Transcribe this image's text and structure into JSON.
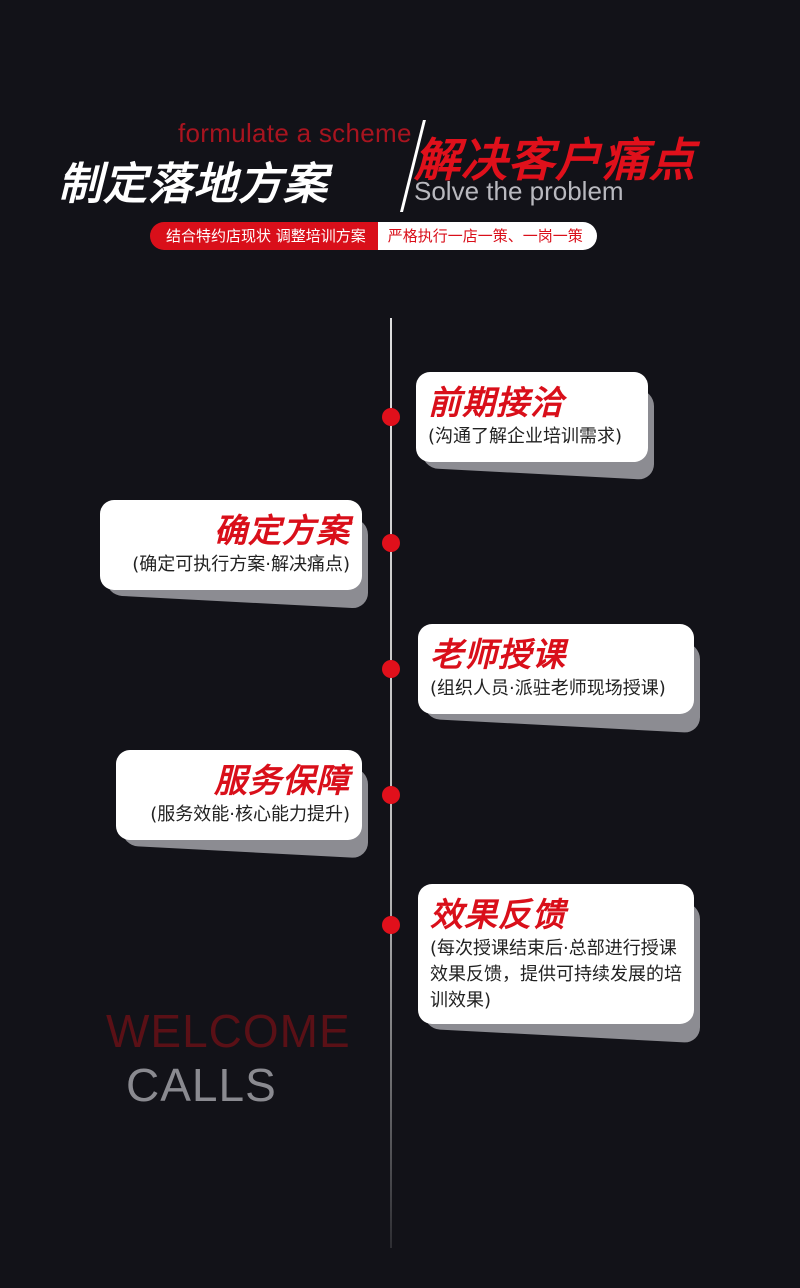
{
  "header": {
    "subtitle_en_red": "formulate a scheme",
    "title_white": "制定落地方案",
    "title_red": "解决客户痛点",
    "subtitle_en_gray": "Solve the problem",
    "tag_red": "结合特约店现状 调整培训方案",
    "tag_white": "严格执行一店一策、一岗一策"
  },
  "steps": [
    {
      "title": "前期接洽",
      "desc": "(沟通了解企业培训需求)"
    },
    {
      "title": "确定方案",
      "desc": "(确定可执行方案·解决痛点)"
    },
    {
      "title": "老师授课",
      "desc": "(组织人员·派驻老师现场授课)"
    },
    {
      "title": "服务保障",
      "desc": "(服务效能·核心能力提升)"
    },
    {
      "title": "效果反馈",
      "desc": "(每次授课结束后·总部进行授课效果反馈，提供可持续发展的培训效果)"
    }
  ],
  "footer": {
    "welcome": "WELCOME",
    "calls": "CALLS"
  },
  "colors": {
    "background": "#121218",
    "accent_red": "#d90f1a",
    "card_bg": "#ffffff",
    "card_shadow": "#8c8c92"
  }
}
